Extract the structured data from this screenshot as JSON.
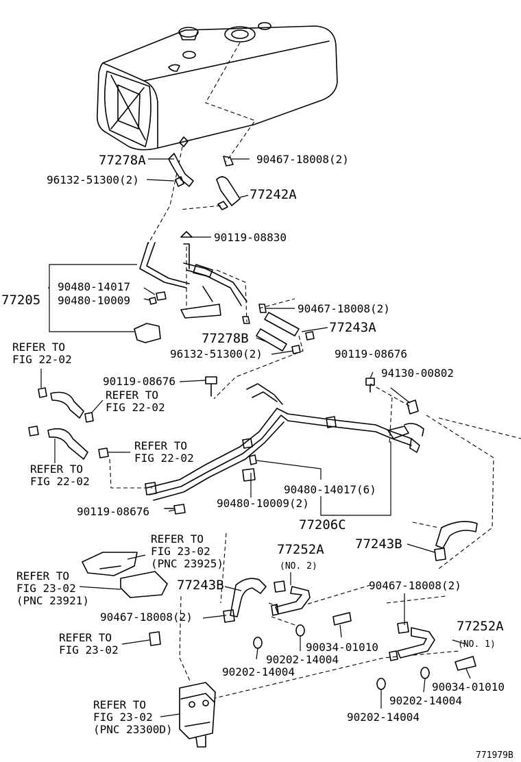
{
  "diagram_id": "771979B",
  "labels": {
    "l_77278A": "77278A",
    "l_96132_a": "96132-51300(2)",
    "l_90467_a": "90467-18008(2)",
    "l_77242A": "77242A",
    "l_90119_08830": "90119-08830",
    "l_77205": "77205",
    "l_90480_14017": "90480-14017",
    "l_90480_10009": "90480-10009",
    "l_90467_b": "90467-18008(2)",
    "l_77243A": "77243A",
    "l_77278B": "77278B",
    "l_96132_b": "96132-51300(2)",
    "l_refer_1a": "REFER TO",
    "l_refer_1b": "FIG 22-02",
    "l_90119_08676_a": "90119-08676",
    "l_90119_08676_b": "90119-08676",
    "l_94130": "94130-00802",
    "l_refer_2a": "REFER TO",
    "l_refer_2b": "FIG 22-02",
    "l_refer_3a": "REFER TO",
    "l_refer_3b": "FIG 22-02",
    "l_refer_4a": "REFER TO",
    "l_refer_4b": "FIG 22-02",
    "l_90480_14017_6": "90480-14017(6)",
    "l_90480_10009_2": "90480-10009(2)",
    "l_90119_08676_c": "90119-08676",
    "l_77206C": "77206C",
    "l_refer_5a": "REFER TO",
    "l_refer_5b": "FIG 23-02",
    "l_refer_5c": "(PNC 23925)",
    "l_77252A_a": "77252A",
    "l_no2": "(NO. 2)",
    "l_77243B_a": "77243B",
    "l_refer_6a": "REFER TO",
    "l_refer_6b": "FIG 23-02",
    "l_refer_6c": "(PNC 23921)",
    "l_77243B_b": "77243B",
    "l_90467_c": "90467-18008(2)",
    "l_90467_d": "90467-18008(2)",
    "l_refer_7a": "REFER TO",
    "l_refer_7b": "FIG 23-02",
    "l_90034_a": "90034-01010",
    "l_90202_a": "90202-14004",
    "l_90202_b": "90202-14004",
    "l_77252A_b": "77252A",
    "l_no1": "(NO. 1)",
    "l_90034_b": "90034-01010",
    "l_90202_c": "90202-14004",
    "l_90202_d": "90202-14004",
    "l_refer_8a": "REFER TO",
    "l_refer_8b": "FIG 23-02",
    "l_refer_8c": "(PNC 23300D)"
  }
}
